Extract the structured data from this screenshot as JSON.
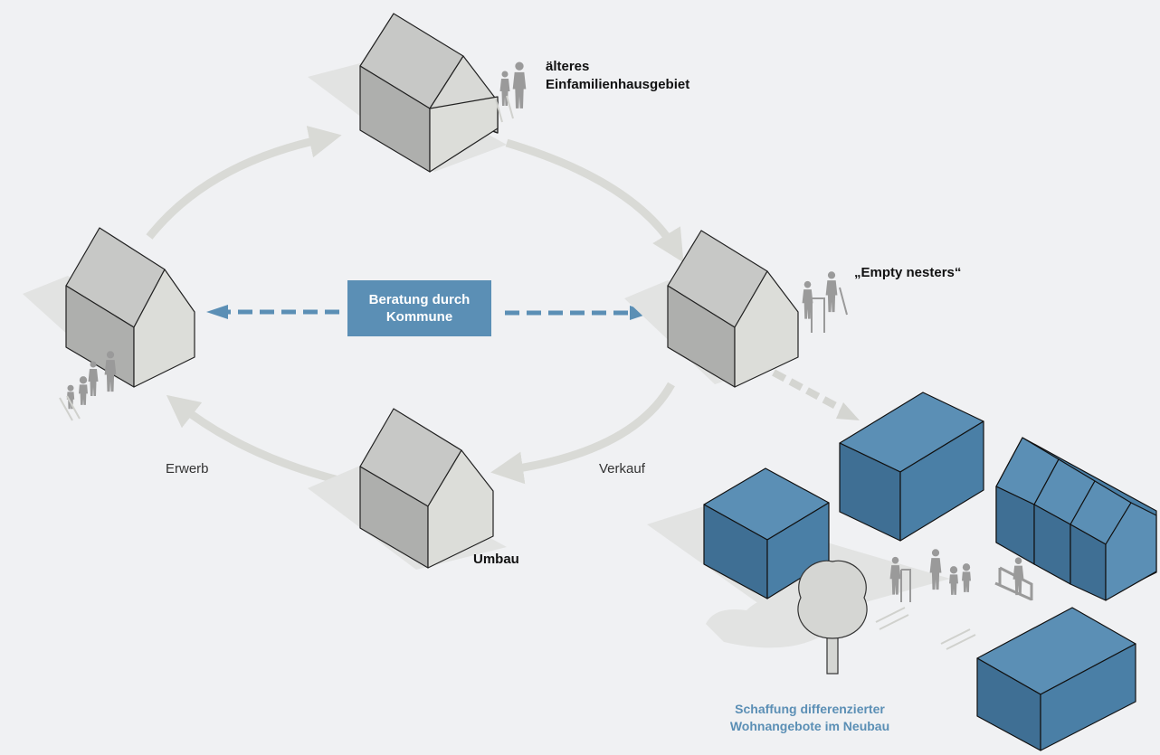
{
  "labels": {
    "older_area_line1": "älteres",
    "older_area_line2": "Einfamilienhausgebiet",
    "empty_nesters": "„Empty nesters“",
    "conversion": "Umbau",
    "sale": "Verkauf",
    "acquisition": "Erwerb",
    "new_build_line1": "Schaffung differenzierter",
    "new_build_line2": "Wohnangebote im Neubau"
  },
  "center_box": {
    "line1": "Beratung durch",
    "line2": "Kommune"
  },
  "colors": {
    "background": "#f0f1f3",
    "accent_blue": "#5b8fb5",
    "new_building_blue": "#4a7fa6",
    "old_house_grey": "#c9cac8",
    "cycle_arrow": "#d9dad6",
    "figure_grey": "#9a9a9a"
  },
  "icons": [
    "house-icon",
    "people-icon",
    "tree-icon",
    "bench-icon",
    "walker-icon"
  ]
}
